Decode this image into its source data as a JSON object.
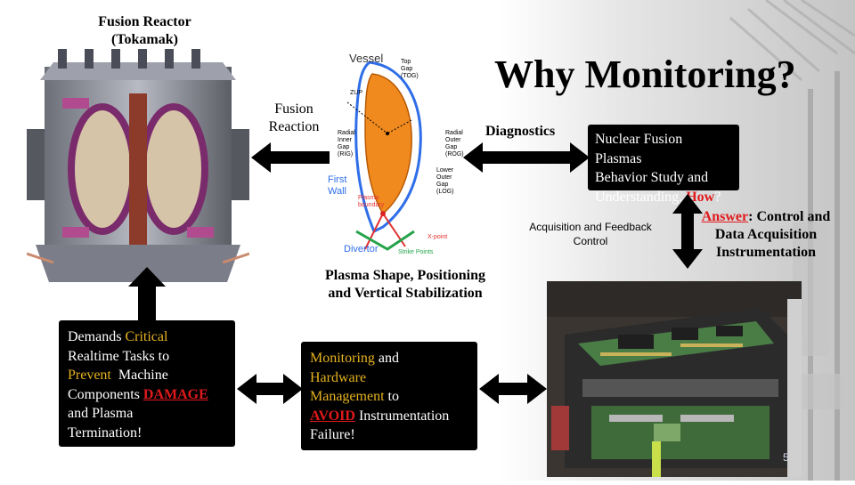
{
  "slide": {
    "title": "Why Monitoring?",
    "reactor_label_line1": "Fusion Reactor",
    "reactor_label_line2": "(Tokamak)",
    "fusion_reaction_line1": "Fusion",
    "fusion_reaction_line2": "Reaction",
    "diagnostics": "Diagnostics",
    "plasma_study_box": [
      "Nuclear Fusion Plasmas",
      "Behavior Study and",
      "Understanding. "
    ],
    "plasma_study_how": "How",
    "plasma_study_q": "?",
    "acq_feedback_line1": "Acquisition and Feedback",
    "acq_feedback_line2": "Control",
    "answer_word": "Answer",
    "answer_rest_line1": ": Control and",
    "answer_line2": "Data Acquisition",
    "answer_line3": "Instrumentation",
    "plasma_shape_line1": "Plasma Shape, Positioning",
    "plasma_shape_line2": "and Vertical Stabilization",
    "demands": {
      "l1a": "Demands ",
      "l1b": "Critical",
      "l2": "Realtime Tasks to",
      "l3a": "Prevent",
      "l3b": "  Machine",
      "l4a": "Components ",
      "l4b": "DAMAGE",
      "l5": "and Plasma",
      "l6": "Termination!"
    },
    "monitoring": {
      "l1a": "Monitoring",
      "l1b": " and",
      "l2": "Hardware",
      "l3a": "Management",
      "l3b": " to",
      "l4a": "AVOID",
      "l4b": " Instrumentation",
      "l5": "Failure!"
    },
    "page_number": "5"
  },
  "diagram": {
    "vessel": "Vessel",
    "top_gap_1": "Top",
    "top_gap_2": "Gap",
    "top_gap_3": "(TOG)",
    "zup": "ZUP",
    "radial_inner_1": "Radial",
    "radial_inner_2": "Inner",
    "radial_inner_3": "Gap",
    "radial_inner_4": "(RIG)",
    "radial_outer_1": "Radial",
    "radial_outer_2": "Outer",
    "radial_outer_3": "Gap",
    "radial_outer_4": "(ROG)",
    "lower_outer_1": "Lower",
    "lower_outer_2": "Outer",
    "lower_outer_3": "Gap",
    "lower_outer_4": "(LOG)",
    "first_wall_1": "First",
    "first_wall_2": "Wall",
    "plasma_boundary_1": "Plasma",
    "plasma_boundary_2": "boundary",
    "x_point": "X-point",
    "strike_points": "Strike Points",
    "divertor": "Divertor"
  },
  "colors": {
    "gold": "#e5b220",
    "red": "#e0191c",
    "plasma_orange": "#f08a1e",
    "diagram_blue": "#2f6ee8"
  }
}
